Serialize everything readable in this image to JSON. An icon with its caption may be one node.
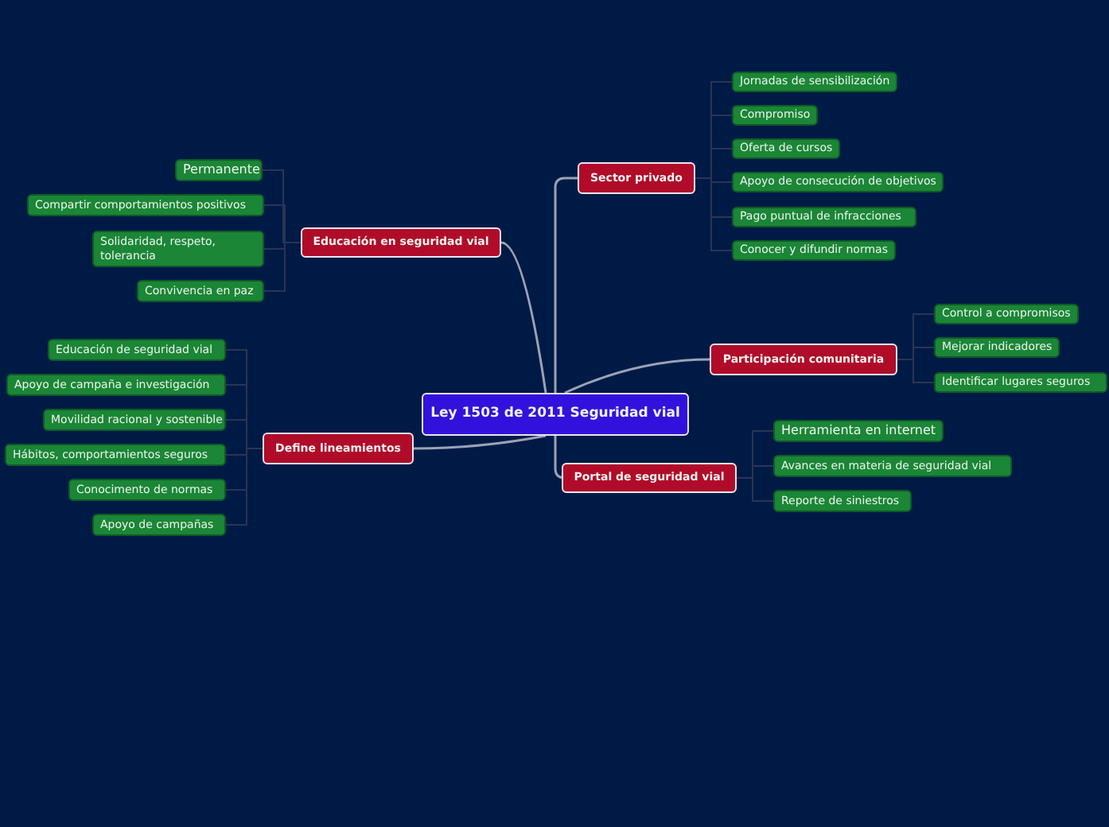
{
  "diagram": {
    "nodes": [
      {
        "text": [
          "Ley 1503 de 2011 Seguridad vial"
        ]
      },
      {
        "text": [
          "Sector privado"
        ]
      },
      {
        "text": [
          "Jornadas de sensibilización"
        ]
      },
      {
        "text": [
          "Compromiso"
        ]
      },
      {
        "text": [
          "Oferta de cursos"
        ]
      },
      {
        "text": [
          "Apoyo de consecución de objetivos"
        ]
      },
      {
        "text": [
          "Pago puntual de infracciones"
        ]
      },
      {
        "text": [
          "Conocer y difundir normas"
        ]
      },
      {
        "text": [
          "Educación en seguridad vial"
        ]
      },
      {
        "text": [
          "Permanente"
        ]
      },
      {
        "text": [
          "Compartir comportamientos positivos"
        ]
      },
      {
        "text": [
          "Solidaridad, respeto, tolerancia"
        ]
      },
      {
        "text": [
          "Convivencia en paz"
        ]
      },
      {
        "text": [
          "Participación comunitaria"
        ]
      },
      {
        "text": [
          "Control a compromisos"
        ]
      },
      {
        "text": [
          "Mejorar indicadores"
        ]
      },
      {
        "text": [
          "Identificar lugares seguros"
        ]
      },
      {
        "text": [
          "Define lineamientos"
        ]
      },
      {
        "text": [
          "Educación de seguridad vial"
        ]
      },
      {
        "text": [
          "Apoyo de campaña e investigación"
        ]
      },
      {
        "text": [
          "Movilidad racional y sostenible"
        ]
      },
      {
        "text": [
          "Hábitos, comportamientos seguros"
        ]
      },
      {
        "text": [
          "Conocimento de normas"
        ]
      },
      {
        "text": [
          "Apoyo de campañas"
        ]
      },
      {
        "text": [
          "Portal de seguridad vial"
        ]
      },
      {
        "text": [
          "Herramienta en internet"
        ]
      },
      {
        "text": [
          "Avances en materia de seguridad vial"
        ]
      },
      {
        "text": [
          "Reporte de siniestros"
        ]
      }
    ],
    "edges": [
      {
        "from": 0,
        "to": 1,
        "arrow": "none",
        "color": "#9aa3b5"
      },
      {
        "from": 1,
        "to": 2,
        "arrow": "none"
      },
      {
        "from": 1,
        "to": 3,
        "arrow": "none"
      },
      {
        "from": 1,
        "to": 4,
        "arrow": "none"
      },
      {
        "from": 1,
        "to": 5,
        "arrow": "none"
      },
      {
        "from": 1,
        "to": 6,
        "arrow": "none"
      },
      {
        "from": 1,
        "to": 7,
        "arrow": "none"
      },
      {
        "from": 0,
        "to": 8,
        "arrow": "none",
        "color": "#9aa3b5"
      },
      {
        "from": 8,
        "to": 9,
        "arrow": "none"
      },
      {
        "from": 8,
        "to": 10,
        "arrow": "none"
      },
      {
        "from": 8,
        "to": 11,
        "arrow": "none"
      },
      {
        "from": 8,
        "to": 12,
        "arrow": "none"
      },
      {
        "from": 0,
        "to": 13,
        "arrow": "none",
        "color": "#9aa3b5"
      },
      {
        "from": 13,
        "to": 14,
        "arrow": "none"
      },
      {
        "from": 13,
        "to": 15,
        "arrow": "none"
      },
      {
        "from": 13,
        "to": 16,
        "arrow": "none"
      },
      {
        "from": 0,
        "to": 17,
        "arrow": "none",
        "color": "#9aa3b5"
      },
      {
        "from": 17,
        "to": 18,
        "arrow": "none"
      },
      {
        "from": 17,
        "to": 19,
        "arrow": "none"
      },
      {
        "from": 17,
        "to": 20,
        "arrow": "none"
      },
      {
        "from": 17,
        "to": 21,
        "arrow": "none"
      },
      {
        "from": 17,
        "to": 22,
        "arrow": "none"
      },
      {
        "from": 17,
        "to": 23,
        "arrow": "none"
      },
      {
        "from": 0,
        "to": 24,
        "arrow": "none",
        "color": "#9aa3b5"
      },
      {
        "from": 24,
        "to": 25,
        "arrow": "none"
      },
      {
        "from": 24,
        "to": 26,
        "arrow": "none"
      },
      {
        "from": 24,
        "to": 27,
        "arrow": "none"
      }
    ]
  }
}
